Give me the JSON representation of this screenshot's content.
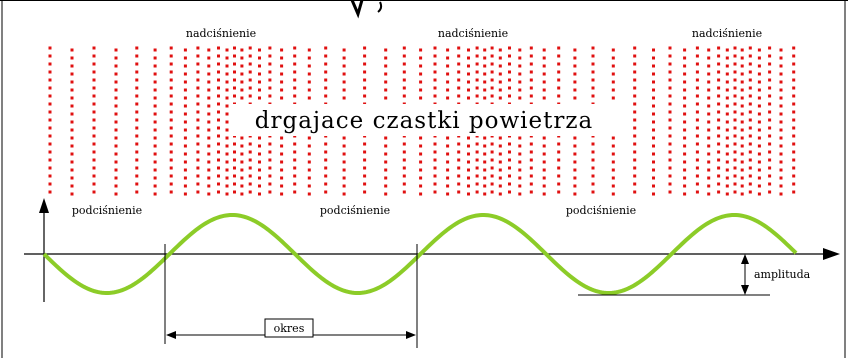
{
  "diagram": {
    "title": "drgajace czastki powietrza",
    "compression_label": "nadciśnienie",
    "rarefaction_label": "podciśnienie",
    "period_label": "okres",
    "amplitude_label": "amplituda",
    "colors": {
      "particles": "#e01010",
      "wave": "#8ccc28",
      "axes": "#000000",
      "frame": "#000000"
    }
  }
}
